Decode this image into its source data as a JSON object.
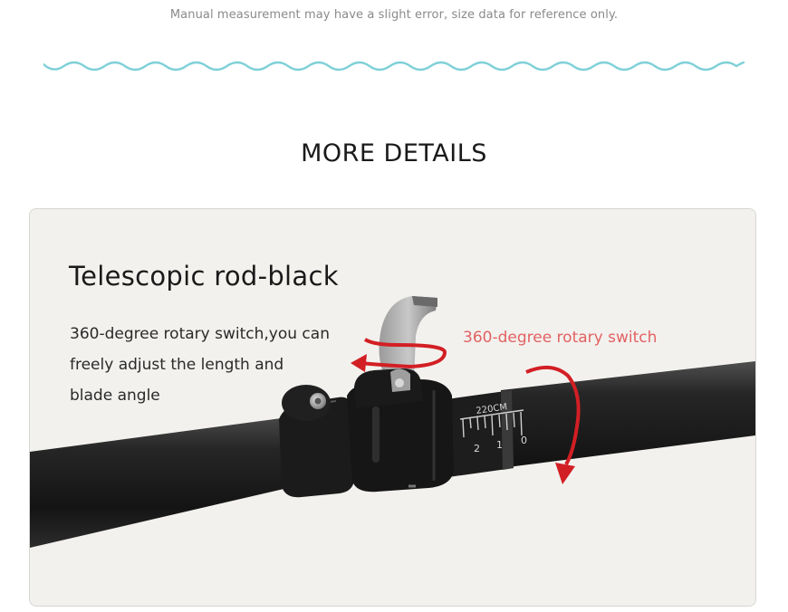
{
  "note": "Manual measurement may have a slight error, size data for reference only.",
  "heading": "MORE DETAILS",
  "panel": {
    "title": "Telescopic rod-black",
    "description_lines": [
      "360-degree rotary switch,you can",
      "freely adjust the length and",
      "blade angle"
    ],
    "switch_label": "360-degree rotary switch",
    "scale": {
      "unit_label": "220CM",
      "ticks": [
        "2",
        "1",
        "0"
      ]
    }
  },
  "colors": {
    "wave": "#7fd0d8",
    "accent": "#e26262",
    "arrow": "#d21f24",
    "rod": "#1c1c1c"
  }
}
